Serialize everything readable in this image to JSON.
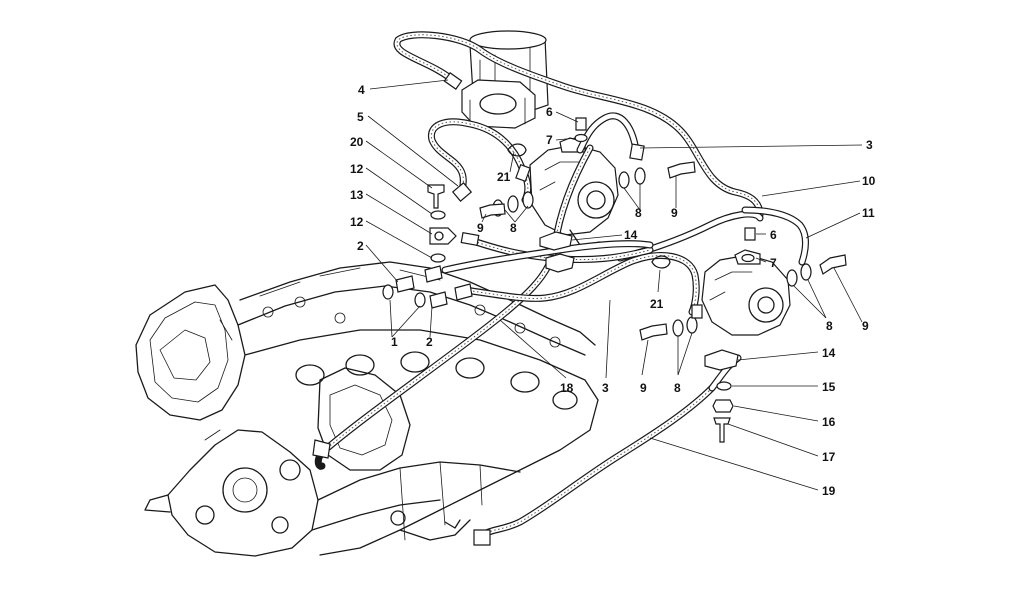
{
  "callouts": [
    {
      "id": "c4",
      "text": "4"
    },
    {
      "id": "c5",
      "text": "5"
    },
    {
      "id": "c20",
      "text": "20"
    },
    {
      "id": "c12a",
      "text": "12"
    },
    {
      "id": "c13",
      "text": "13"
    },
    {
      "id": "c12b",
      "text": "12"
    },
    {
      "id": "c2a",
      "text": "2"
    },
    {
      "id": "c1",
      "text": "1"
    },
    {
      "id": "c2b",
      "text": "2"
    },
    {
      "id": "c6a",
      "text": "6"
    },
    {
      "id": "c7a",
      "text": "7"
    },
    {
      "id": "c21a",
      "text": "21"
    },
    {
      "id": "c3a",
      "text": "3"
    },
    {
      "id": "c10",
      "text": "10"
    },
    {
      "id": "c11",
      "text": "11"
    },
    {
      "id": "c9a",
      "text": "9"
    },
    {
      "id": "c8a",
      "text": "8"
    },
    {
      "id": "c9b",
      "text": "9"
    },
    {
      "id": "c8b",
      "text": "8"
    },
    {
      "id": "c9c",
      "text": "9"
    },
    {
      "id": "c14a",
      "text": "14"
    },
    {
      "id": "c6b",
      "text": "6"
    },
    {
      "id": "c7b",
      "text": "7"
    },
    {
      "id": "c8c",
      "text": "8"
    },
    {
      "id": "c9d",
      "text": "9"
    },
    {
      "id": "c21b",
      "text": "21"
    },
    {
      "id": "c3b",
      "text": "3"
    },
    {
      "id": "c18",
      "text": "18"
    },
    {
      "id": "c14b",
      "text": "14"
    },
    {
      "id": "c9e",
      "text": "9"
    },
    {
      "id": "c8d",
      "text": "8"
    },
    {
      "id": "c15",
      "text": "15"
    },
    {
      "id": "c16",
      "text": "16"
    },
    {
      "id": "c17",
      "text": "17"
    },
    {
      "id": "c19",
      "text": "19"
    }
  ]
}
